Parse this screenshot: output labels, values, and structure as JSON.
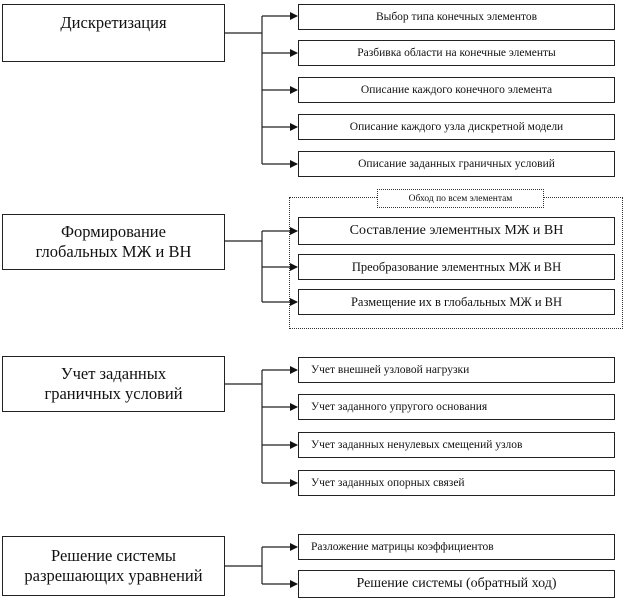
{
  "stages": [
    {
      "title": "Дискретизация",
      "steps": [
        "Выбор типа конечных элементов",
        "Разбивка области на конечные элементы",
        "Описание каждого конечного элемента",
        "Описание каждого узла дискретной модели",
        "Описание заданных граничных условий"
      ]
    },
    {
      "title": "Формирование глобальных МЖ и ВН",
      "loop_label": "Обход по всем элементам",
      "steps": [
        "Составление элементных МЖ и ВН",
        "Преобразование элементных МЖ и ВН",
        "Размещение их в глобальных МЖ и ВН"
      ]
    },
    {
      "title": "Учет заданных граничных условий",
      "steps": [
        "Учет внешней узловой нагрузки",
        "Учет заданного упругого основания",
        "Учет заданных ненулевых смещений узлов",
        "Учет заданных опорных связей"
      ]
    },
    {
      "title": "Решение системы разрешающих уравнений",
      "steps": [
        "Разложение матрицы коэффициентов",
        "Решение системы (обратный ход)"
      ]
    }
  ]
}
